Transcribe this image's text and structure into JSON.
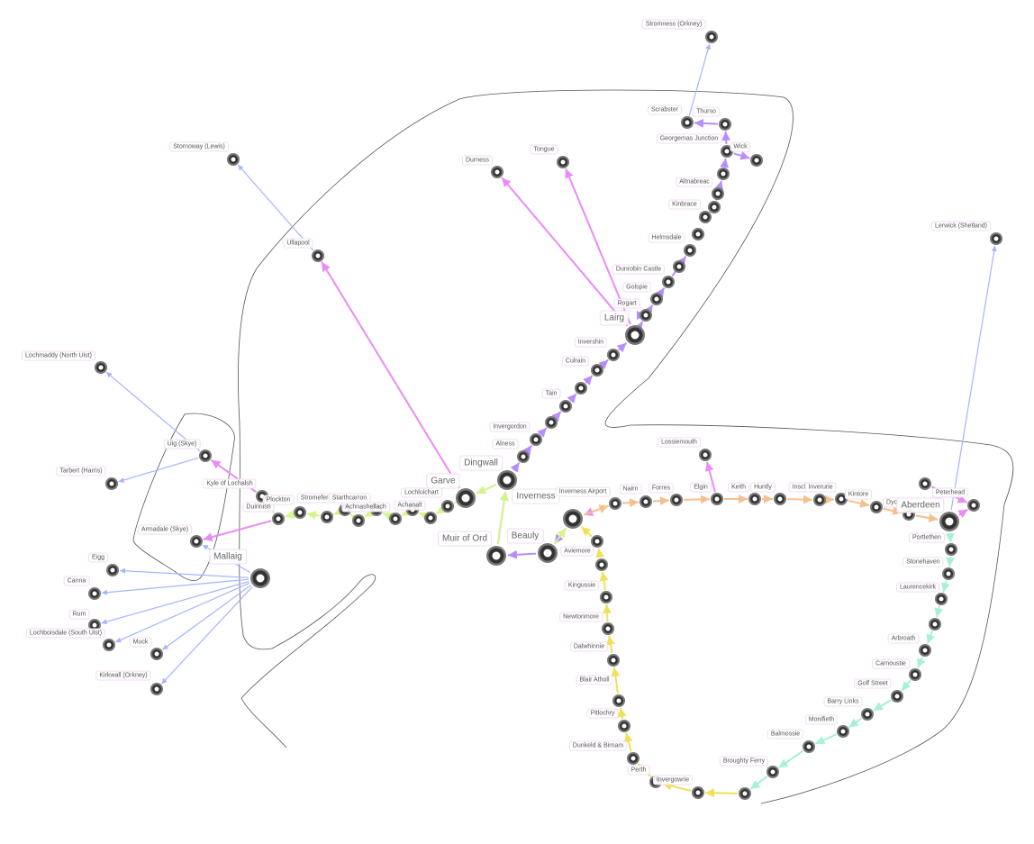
{
  "colors": {
    "north": "#b98cff",
    "pink": "#e98cf5",
    "kyle": "#d4f58a",
    "aberdeen": "#f5c08e",
    "highland": "#f0e05a",
    "coast": "#a8f0d8",
    "ferry": "#a5b4ff",
    "boundary": "#555555"
  },
  "stations": [
    {
      "id": "stromness",
      "label": "Stromness (Orkney)"
    },
    {
      "id": "scrabster",
      "label": "Scrabster"
    },
    {
      "id": "thurso",
      "label": "Thurso"
    },
    {
      "id": "georgemas",
      "label": "Georgemas Junction"
    },
    {
      "id": "wick",
      "label": "Wick"
    },
    {
      "id": "altnabreac",
      "label": "Altnabreac"
    },
    {
      "id": "kinbrace",
      "label": "Kinbrace"
    },
    {
      "id": "helmsdale",
      "label": "Helmsdale"
    },
    {
      "id": "dunrobin",
      "label": "Dunrobin Castle"
    },
    {
      "id": "golspie",
      "label": "Golspie"
    },
    {
      "id": "rogart",
      "label": "Rogart"
    },
    {
      "id": "lairg",
      "label": "Lairg"
    },
    {
      "id": "invershin",
      "label": "Invershin"
    },
    {
      "id": "culrain",
      "label": "Culrain"
    },
    {
      "id": "tain",
      "label": "Tain"
    },
    {
      "id": "invergordon",
      "label": "Invergordon"
    },
    {
      "id": "alness",
      "label": "Alness"
    },
    {
      "id": "dingwall",
      "label": "Dingwall"
    },
    {
      "id": "durness",
      "label": "Durness"
    },
    {
      "id": "tongue",
      "label": "Tongue"
    },
    {
      "id": "ullapool",
      "label": "Ullapool"
    },
    {
      "id": "stornoway",
      "label": "Stornoway (Lewis)"
    },
    {
      "id": "lochmaddy",
      "label": "Lochmaddy (North Uist)"
    },
    {
      "id": "uig",
      "label": "Uig (Skye)"
    },
    {
      "id": "tarbert",
      "label": "Tarbert (Harris)"
    },
    {
      "id": "kyle",
      "label": "Kyle of Lochalsh"
    },
    {
      "id": "duirinish",
      "label": "Duirinish"
    },
    {
      "id": "plockton",
      "label": "Plockton"
    },
    {
      "id": "stromeferry",
      "label": "Stromeferry"
    },
    {
      "id": "strathcarron",
      "label": "Starthcarron"
    },
    {
      "id": "achnashellach",
      "label": "Achnashellach"
    },
    {
      "id": "achanalt",
      "label": "Achanalt"
    },
    {
      "id": "lochluichart",
      "label": "Lochluichart"
    },
    {
      "id": "garve",
      "label": "Garve"
    },
    {
      "id": "inverness",
      "label": "Inverness"
    },
    {
      "id": "muiroford",
      "label": "Muir of Ord"
    },
    {
      "id": "beauly",
      "label": "Beauly"
    },
    {
      "id": "airport",
      "label": "Inverness Airport"
    },
    {
      "id": "nairn",
      "label": "Nairn"
    },
    {
      "id": "forres",
      "label": "Forres"
    },
    {
      "id": "elgin",
      "label": "Elgin"
    },
    {
      "id": "lossiemouth",
      "label": "Lossiemouth"
    },
    {
      "id": "keith",
      "label": "Keith"
    },
    {
      "id": "huntly",
      "label": "Huntly"
    },
    {
      "id": "insch",
      "label": "Insch"
    },
    {
      "id": "inverurie",
      "label": "Inverurie"
    },
    {
      "id": "kintore",
      "label": "Kintore"
    },
    {
      "id": "dyce",
      "label": "Dyce"
    },
    {
      "id": "aberdeen",
      "label": "Aberdeen"
    },
    {
      "id": "peterhead",
      "label": "Peterhead"
    },
    {
      "id": "lerwick",
      "label": "Lerwick (Shetland)"
    },
    {
      "id": "portlethen",
      "label": "Portlethen"
    },
    {
      "id": "stonehaven",
      "label": "Stonehaven"
    },
    {
      "id": "laurencekirk",
      "label": "Laurencekirk"
    },
    {
      "id": "arbroath",
      "label": "Arbroath"
    },
    {
      "id": "carnoustie",
      "label": "Carnoustie"
    },
    {
      "id": "golfstreet",
      "label": "Golf Street"
    },
    {
      "id": "barrylinks",
      "label": "Barry Links"
    },
    {
      "id": "monifieth",
      "label": "Monifieth"
    },
    {
      "id": "balmossie",
      "label": "Balmossie"
    },
    {
      "id": "broughty",
      "label": "Broughty Ferry"
    },
    {
      "id": "invergowrie",
      "label": "Invergowrie"
    },
    {
      "id": "perth",
      "label": "Perth"
    },
    {
      "id": "dunkeld",
      "label": "Dunkeld & Birnam"
    },
    {
      "id": "pitlochry",
      "label": "Pitlochry"
    },
    {
      "id": "blairatholl",
      "label": "Blair Atholl"
    },
    {
      "id": "dalwhinnie",
      "label": "Dalwhinnie"
    },
    {
      "id": "newtonmore",
      "label": "Newtonmore"
    },
    {
      "id": "kingussie",
      "label": "Kingussie"
    },
    {
      "id": "aviemore",
      "label": "Aviemore"
    },
    {
      "id": "mallaig",
      "label": "Mallaig"
    },
    {
      "id": "armadale",
      "label": "Armadale (Skye)"
    },
    {
      "id": "eigg",
      "label": "Eigg"
    },
    {
      "id": "canna",
      "label": "Canna"
    },
    {
      "id": "rum",
      "label": "Rum"
    },
    {
      "id": "lochboisdale",
      "label": "Lochboisdale (South Uist)"
    },
    {
      "id": "muck",
      "label": "Muck"
    },
    {
      "id": "kirkwall",
      "label": "Kirkwall (Orkney)"
    }
  ],
  "lines": [
    {
      "color": "north",
      "path": [
        "inverness",
        "beauly",
        "muiroford",
        "dingwall",
        "alness",
        "invergordon",
        "n612",
        "tain",
        "n645",
        "culrain",
        "invershin",
        "lairg",
        "n717",
        "rogart",
        "golspie",
        "dunrobin",
        "n766",
        "n775",
        "helmsdale",
        "n793",
        "kinbrace",
        "altnabreac",
        "georgemas",
        "thurso",
        "scrabster"
      ]
    },
    {
      "color": "north",
      "path": [
        "georgemas",
        "wick"
      ]
    },
    {
      "color": "pink",
      "path": [
        "lairg",
        "durness"
      ]
    },
    {
      "color": "pink",
      "path": [
        "lairg",
        "tongue"
      ]
    },
    {
      "color": "pink",
      "path": [
        "garve",
        "ullapool"
      ]
    },
    {
      "color": "pink",
      "path": [
        "kyle",
        "uig"
      ]
    },
    {
      "color": "pink",
      "path": [
        "duirinish",
        "armadale"
      ]
    },
    {
      "color": "pink",
      "path": [
        "airport",
        "inverness"
      ]
    },
    {
      "color": "pink",
      "path": [
        "elgin",
        "lossiemouth"
      ]
    },
    {
      "color": "pink",
      "path": [
        "aberdeen",
        "peterhead"
      ]
    },
    {
      "color": "pink",
      "path": [
        "n1027",
        "peterhead"
      ]
    },
    {
      "color": "kyle",
      "path": [
        "beauly",
        "inverness"
      ]
    },
    {
      "color": "kyle",
      "path": [
        "muiroford",
        "dingwall"
      ]
    },
    {
      "color": "kyle",
      "path": [
        "dingwall",
        "garve",
        "n497",
        "n478",
        "lochluichart",
        "achanalt",
        "n418",
        "achnashellach",
        "strathcarron",
        "stromeferry",
        "plockton",
        "duirinish",
        "kyle"
      ]
    },
    {
      "color": "aberdeen",
      "path": [
        "inverness",
        "airport",
        "nairn",
        "forres",
        "elgin",
        "keith",
        "huntly",
        "insch",
        "inverurie",
        "kintore",
        "dyce",
        "aberdeen"
      ]
    },
    {
      "color": "coast",
      "path": [
        "aberdeen",
        "portlethen",
        "stonehaven",
        "laurencekirk",
        "n1038",
        "arbroath",
        "carnoustie",
        "golfstreet",
        "barrylinks",
        "monifieth",
        "balmossie",
        "broughty",
        "n827"
      ]
    },
    {
      "color": "highland",
      "path": [
        "n827",
        "n775b",
        "invergowrie",
        "perth",
        "dunkeld",
        "pitlochry",
        "blairatholl",
        "dalwhinnie",
        "newtonmore",
        "kingussie",
        "aviemore",
        "inverness"
      ]
    },
    {
      "color": "ferry",
      "path": [
        "mallaig",
        "eigg"
      ]
    },
    {
      "color": "ferry",
      "path": [
        "mallaig",
        "canna"
      ]
    },
    {
      "color": "ferry",
      "path": [
        "mallaig",
        "rum"
      ]
    },
    {
      "color": "ferry",
      "path": [
        "mallaig",
        "lochboisdale"
      ]
    },
    {
      "color": "ferry",
      "path": [
        "mallaig",
        "muck"
      ]
    },
    {
      "color": "ferry",
      "path": [
        "mallaig",
        "kirkwall"
      ]
    },
    {
      "color": "ferry",
      "path": [
        "mallaig",
        "armadale"
      ]
    },
    {
      "color": "ferry",
      "path": [
        "uig",
        "tarbert"
      ]
    },
    {
      "color": "ferry",
      "path": [
        "uig",
        "lochmaddy"
      ]
    },
    {
      "color": "ferry",
      "path": [
        "ullapool",
        "stornoway"
      ]
    },
    {
      "color": "ferry",
      "path": [
        "scrabster",
        "stromness"
      ]
    },
    {
      "color": "ferry",
      "path": [
        "aberdeen",
        "lerwick"
      ]
    }
  ]
}
